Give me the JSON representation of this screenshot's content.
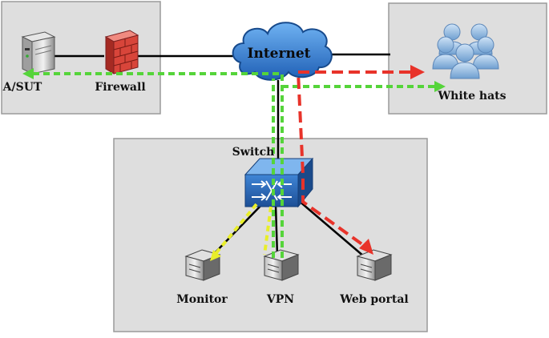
{
  "nodes": {
    "asut": "A/SUT",
    "firewall": "Firewall",
    "internet": "Internet",
    "white_hats": "White hats",
    "switch": "Switch",
    "monitor": "Monitor",
    "vpn": "VPN",
    "web_portal": "Web portal"
  },
  "colors": {
    "zone_fill": "#dedede",
    "zone_border": "#9a9a9a",
    "cloud": "#2f7fd6",
    "switch": "#2a67b8",
    "green_flow": "#55d43a",
    "red_flow": "#e8332a",
    "yellow_flow": "#e8ee2a",
    "link": "#000000"
  },
  "icons": {
    "asut": "server-icon",
    "firewall": "brick-wall-icon",
    "internet": "cloud-icon",
    "white_hats": "people-group-icon",
    "switch": "network-switch-icon",
    "monitor": "server-icon",
    "vpn": "server-icon",
    "web_portal": "server-icon"
  }
}
